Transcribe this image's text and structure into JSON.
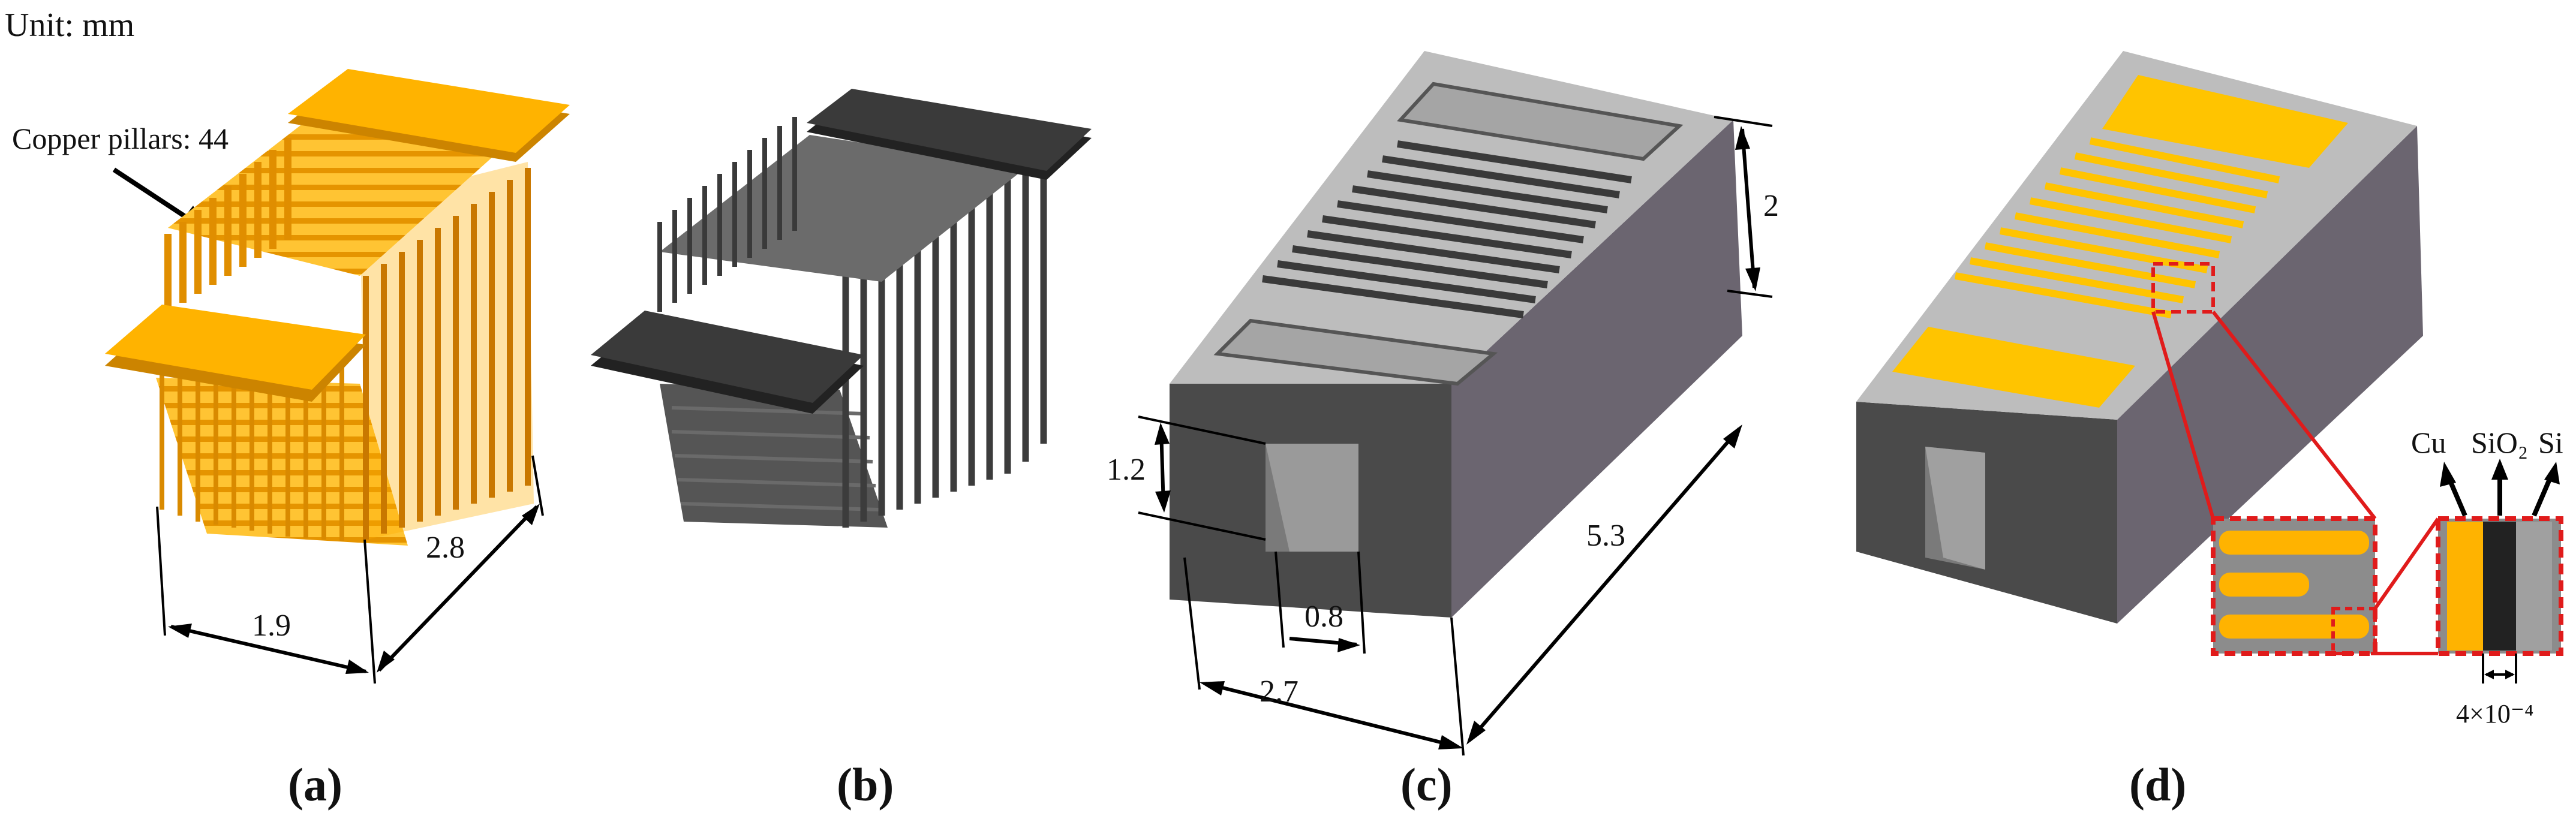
{
  "unit_label": "Unit: mm",
  "copper_label": "Copper pillars: 44",
  "panels": {
    "a": {
      "caption": "(a)",
      "dim_width": "1.9",
      "dim_depth": "2.8"
    },
    "b": {
      "caption": "(b)"
    },
    "c": {
      "caption": "(c)",
      "dim_height": "2",
      "dim_hole_h": "1.2",
      "dim_hole_w": "0.8",
      "dim_width": "2.7",
      "dim_length": "5.3"
    },
    "d": {
      "caption": "(d)",
      "cu_label": "Cu",
      "sio2_label": "SiO₂",
      "si_label": "Si",
      "thickness_label": "4×10⁻⁴"
    }
  },
  "colors": {
    "copper": "#FFB300",
    "copper_dark": "#D98A00",
    "gray_solid": "#3a3a3a",
    "silicon_top": "#bdbdbd",
    "silicon_right": "#6e6870",
    "silicon_front": "#4a4a4a",
    "highlight_red": "#e01b1b"
  }
}
